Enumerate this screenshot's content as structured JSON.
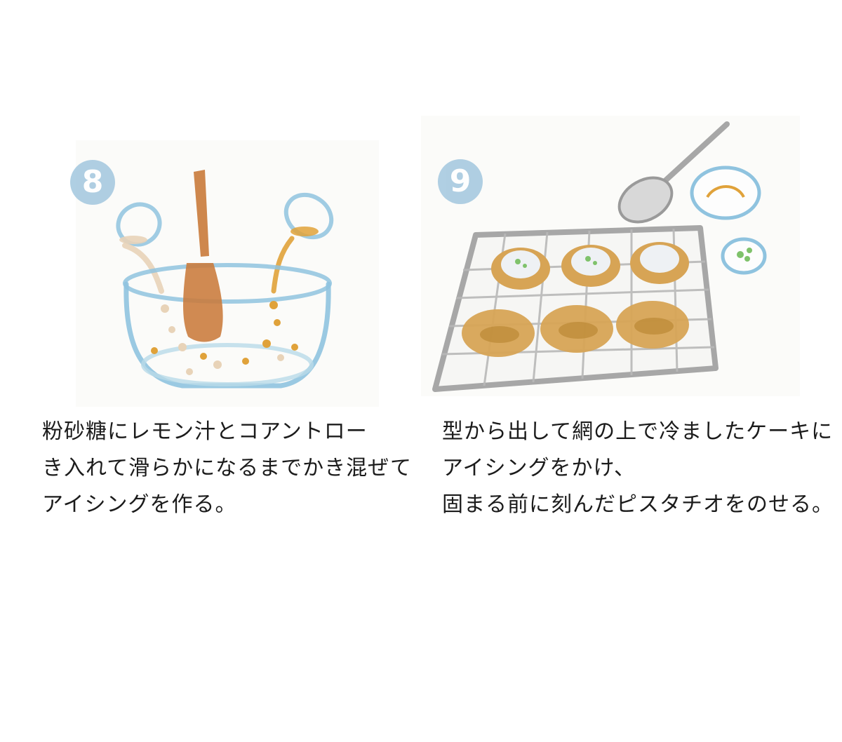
{
  "steps": [
    {
      "number": "8",
      "lines": [
        "粉砂糖にレモン汁とコアントロー",
        "き入れて滑らかになるまでかき混ぜて",
        "アイシングを作る。"
      ]
    },
    {
      "number": "9",
      "lines": [
        "型から出して網の上で冷ましたケーキに",
        "アイシングをかけ、",
        "固まる前に刻んだピスタチオをのせる。"
      ]
    }
  ],
  "colors": {
    "badge": "#a9cbe1",
    "bowl": "#8fc3df",
    "wood": "#c97a3a",
    "lemon": "#e0a23a",
    "rack": "#9a9a9a",
    "cake": "#d7a455",
    "pistachio": "#7fc26b"
  }
}
